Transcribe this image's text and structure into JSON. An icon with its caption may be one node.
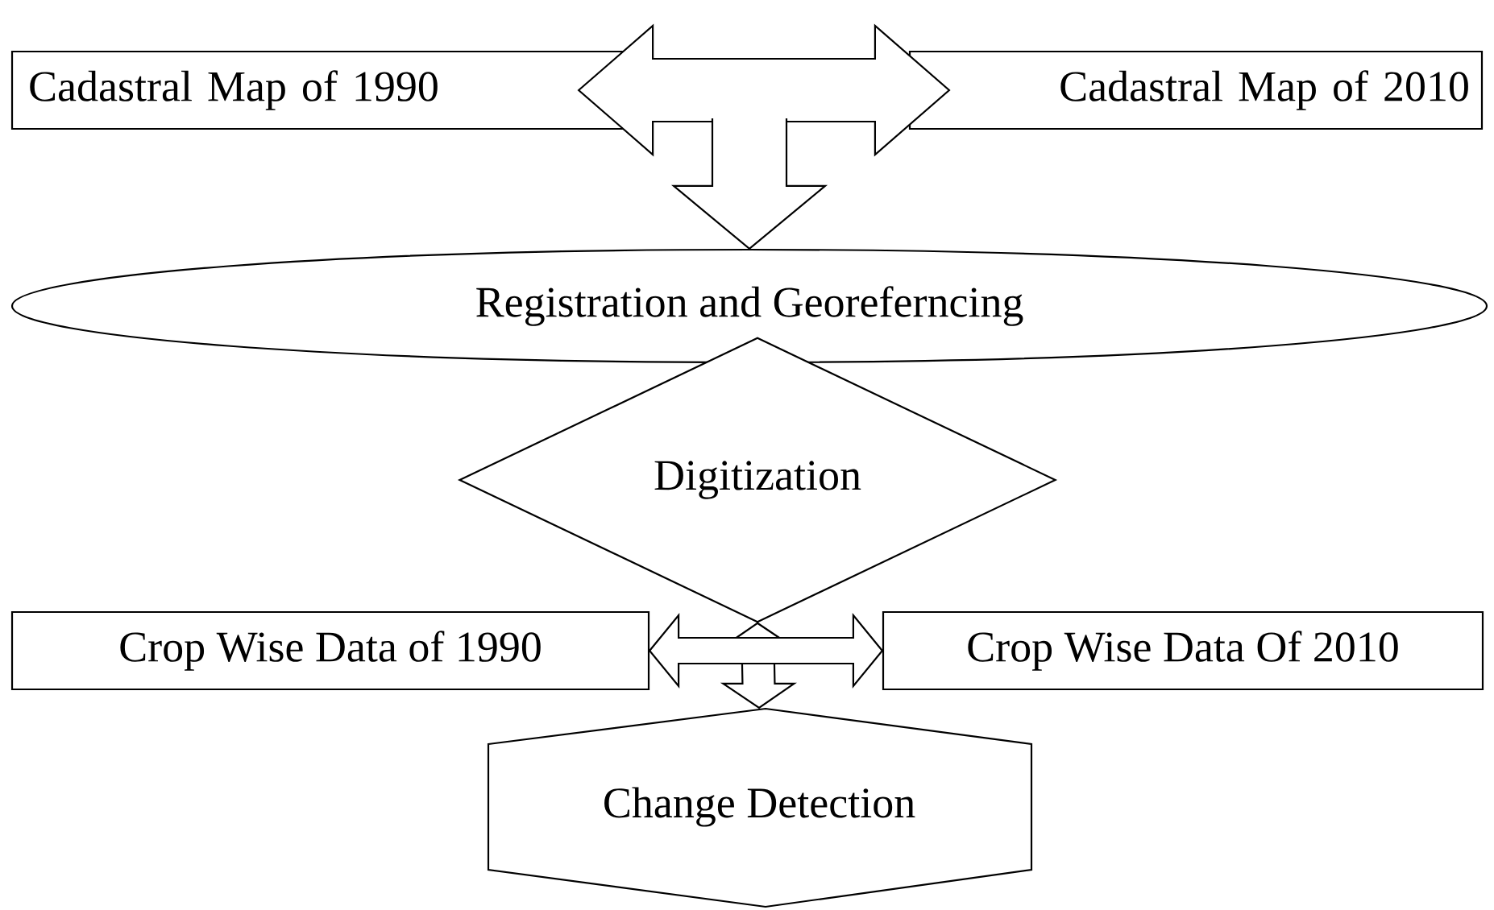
{
  "diagram": {
    "nodes": [
      {
        "text": [
          "Cadastral Map of 1990"
        ]
      },
      {
        "text": [
          "Cadastral Map of 2010"
        ]
      },
      {
        "text": [
          "Registration and Georeferncing"
        ]
      },
      {
        "text": [
          "Digitization"
        ]
      },
      {
        "text": [
          "Crop Wise Data of 1990"
        ]
      },
      {
        "text": [
          "Crop Wise Data Of 2010"
        ]
      },
      {
        "text": [
          "Change Detection"
        ]
      }
    ],
    "edges": [
      {
        "from": 0,
        "to": 1,
        "arrow": "both"
      },
      {
        "from": null,
        "to": 2,
        "arrow": "to"
      },
      {
        "from": 3,
        "to": 6,
        "arrow": "both"
      },
      {
        "from": 4,
        "to": 5,
        "arrow": "both"
      }
    ]
  }
}
